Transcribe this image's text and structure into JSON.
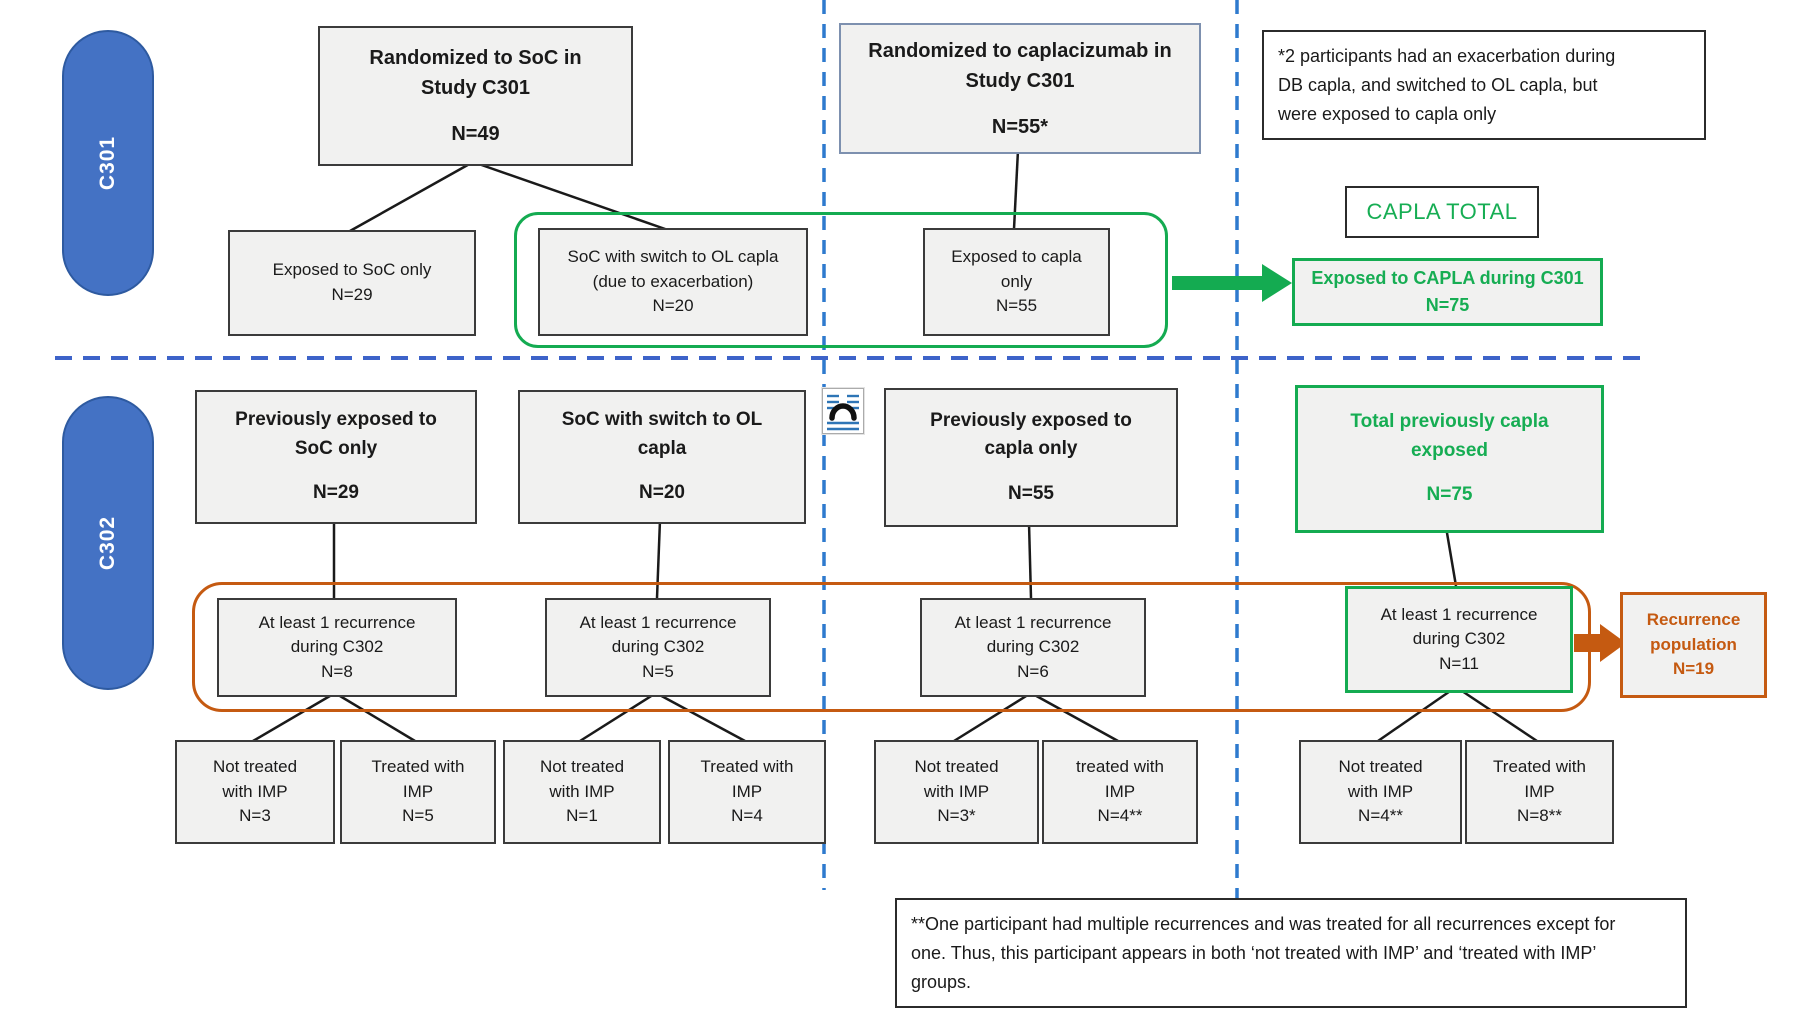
{
  "pills": {
    "c301": "C301",
    "c302": "C302"
  },
  "c301": {
    "rand_soc": {
      "l1": "Randomized to SoC in",
      "l2": "Study C301",
      "n": "N=49"
    },
    "rand_capla": {
      "l1": "Randomized to caplacizumab in",
      "l2": "Study C301",
      "n": "N=55*"
    },
    "note": [
      "*2 participants had an exacerbation during",
      "DB capla, and switched to OL capla, but",
      "were exposed to capla only"
    ],
    "exposed_soc": {
      "l1": "Exposed to SoC only",
      "n": "N=29"
    },
    "switch_ol": {
      "l1": "SoC with switch to OL capla",
      "l2": "(due to exacerbation)",
      "n": "N=20"
    },
    "exposed_capla": {
      "l1": "Exposed to capla",
      "l2": "only",
      "n": "N=55"
    },
    "capla_total_label": "CAPLA TOTAL",
    "capla_total_box": {
      "l1": "Exposed to CAPLA during C301",
      "n": "N=75"
    }
  },
  "c302": {
    "prev_soc": {
      "l1": "Previously exposed to",
      "l2": "SoC only",
      "n": "N=29"
    },
    "soc_switch": {
      "l1": "SoC with switch to OL",
      "l2": "capla",
      "n": "N=20"
    },
    "prev_capla": {
      "l1": "Previously exposed to",
      "l2": "capla only",
      "n": "N=55"
    },
    "total_prev": {
      "l1": "Total previously capla",
      "l2": "exposed",
      "n": "N=75"
    },
    "rec1": {
      "l1": "At least 1 recurrence",
      "l2": "during C302",
      "n": "N=8"
    },
    "rec2": {
      "l1": "At least 1 recurrence",
      "l2": "during C302",
      "n": "N=5"
    },
    "rec3": {
      "l1": "At least 1 recurrence",
      "l2": "during C302",
      "n": "N=6"
    },
    "rec4": {
      "l1": "At least 1 recurrence",
      "l2": "during C302",
      "n": "N=11"
    },
    "recurrence_population": {
      "l1": "Recurrence",
      "l2": "population",
      "n": "N=19"
    },
    "t1": {
      "l1": "Not treated",
      "l2": "with IMP",
      "n": "N=3"
    },
    "t2": {
      "l1": "Treated with",
      "l2": "IMP",
      "n": "N=5"
    },
    "t3": {
      "l1": "Not treated",
      "l2": "with IMP",
      "n": "N=1"
    },
    "t4": {
      "l1": "Treated with",
      "l2": "IMP",
      "n": "N=4"
    },
    "t5": {
      "l1": "Not treated",
      "l2": "with IMP",
      "n": "N=3*"
    },
    "t6": {
      "l1": "treated with",
      "l2": "IMP",
      "n": "N=4**"
    },
    "t7": {
      "l1": "Not treated",
      "l2": "with IMP",
      "n": "N=4**"
    },
    "t8": {
      "l1": "Treated with",
      "l2": "IMP",
      "n": "N=8**"
    },
    "note": [
      "**One participant had multiple recurrences and was treated for all recurrences except for",
      "one. Thus, this participant appears in both ‘not treated with IMP’ and ‘treated with IMP’",
      "groups."
    ]
  },
  "colors": {
    "green": "#14ab51",
    "orange": "#c55a11",
    "pill_blue": "#4472c4",
    "dashed_blue_vertical": "#2e7ace",
    "dashed_blue_horizontal": "#3d63c9",
    "box_fill": "#f1f1f0"
  }
}
